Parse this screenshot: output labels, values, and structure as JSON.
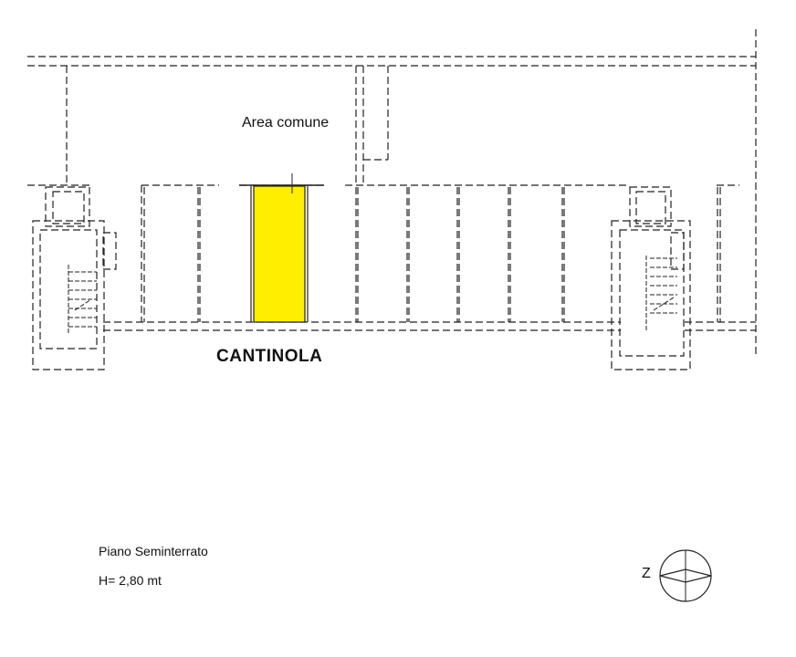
{
  "plan": {
    "area_label": "Area comune",
    "highlight_label": "CANTINOLA",
    "highlight_color": "#ffee00",
    "line_color": "#222222"
  },
  "legend": {
    "floor_name": "Piano Seminterrato",
    "height": "H= 2,80 mt"
  },
  "north_arrow": {
    "letter": "Z"
  }
}
